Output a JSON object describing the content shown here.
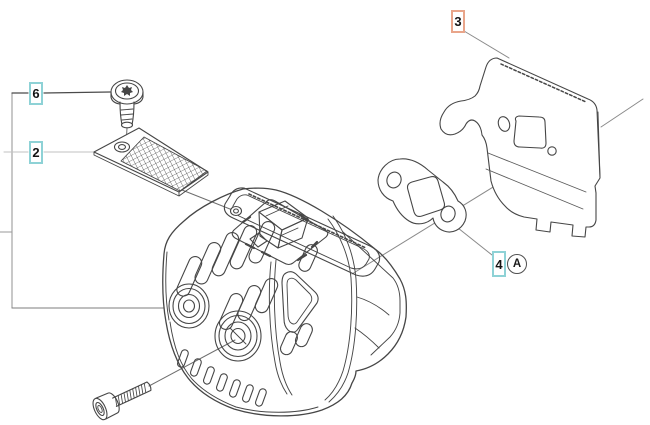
{
  "diagram": {
    "background_color": "#ffffff",
    "drawing_color": "#464646",
    "leader_color": "#8a8a8a",
    "accent_teal": "#8ed2d6",
    "accent_orange": "#e9a58a",
    "callouts": {
      "part6": {
        "label": "6"
      },
      "part2": {
        "label": "2"
      },
      "part3": {
        "label": "3"
      },
      "part4": {
        "label": "4"
      },
      "view_a": {
        "label": "A"
      }
    }
  }
}
